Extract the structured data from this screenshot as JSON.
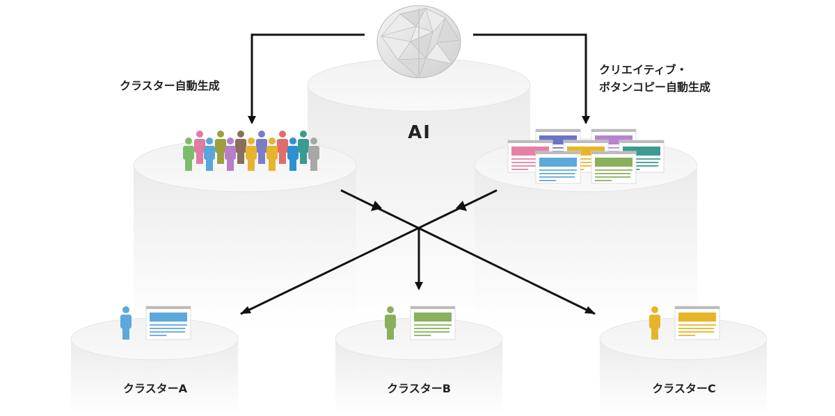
{
  "ai_label": "AI",
  "left_branch_label": "クラスター自動生成",
  "right_branch_label": [
    "クリエイティブ・",
    "ボタンコピー自動生成"
  ],
  "crowd_colors": [
    "#7dbd6a",
    "#e07ba1",
    "#5aa6da",
    "#9c9f3e",
    "#b480c8",
    "#8a6e5e",
    "#7c7cc9",
    "#e5b52f",
    "#e06c6c",
    "#2f8fd3",
    "#389b8e",
    "#a7a7a7"
  ],
  "creative_colors": [
    "#6c74c4",
    "#b982cf",
    "#e482a6",
    "#e6b52a",
    "#3c9b8f",
    "#5da8dc",
    "#8ab05c"
  ],
  "clusters": [
    {
      "label": "クラスターA",
      "color": "#5da8dc"
    },
    {
      "label": "クラスターB",
      "color": "#8ab05c"
    },
    {
      "label": "クラスターC",
      "color": "#e6b52a"
    }
  ],
  "icons": {
    "ai": "brain-icon",
    "crowd": "people-icon",
    "creatives": "browser-window-icon",
    "cluster_person": "person-icon"
  }
}
